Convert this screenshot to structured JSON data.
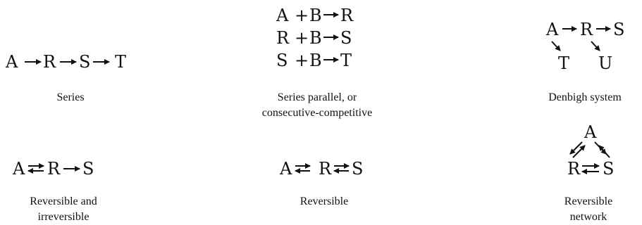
{
  "schemes": [
    {
      "id": "series",
      "species": [
        "A",
        "R",
        "S",
        "T"
      ],
      "caption": [
        "Series"
      ]
    },
    {
      "id": "series-parallel",
      "reactions": [
        {
          "reactant": "A",
          "plus": "+",
          "co": "B",
          "product": "R"
        },
        {
          "reactant": "R",
          "plus": "+",
          "co": "B",
          "product": "S"
        },
        {
          "reactant": "S",
          "plus": "+",
          "co": "B",
          "product": "T"
        }
      ],
      "caption": [
        "Series parallel, or",
        "consecutive-competitive"
      ]
    },
    {
      "id": "denbigh",
      "species": [
        "A",
        "R",
        "S",
        "T",
        "U"
      ],
      "caption": [
        "Denbigh system"
      ]
    },
    {
      "id": "reversible-irreversible",
      "species": [
        "A",
        "R",
        "S"
      ],
      "caption": [
        "Reversible and",
        "irreversible"
      ]
    },
    {
      "id": "reversible",
      "species": [
        "A",
        "R",
        "S"
      ],
      "caption": [
        "Reversible"
      ]
    },
    {
      "id": "reversible-network",
      "species": [
        "A",
        "R",
        "S"
      ],
      "caption": [
        "Reversible",
        "network"
      ]
    }
  ],
  "colors": {
    "ink": "#111111",
    "background": "#ffffff"
  }
}
